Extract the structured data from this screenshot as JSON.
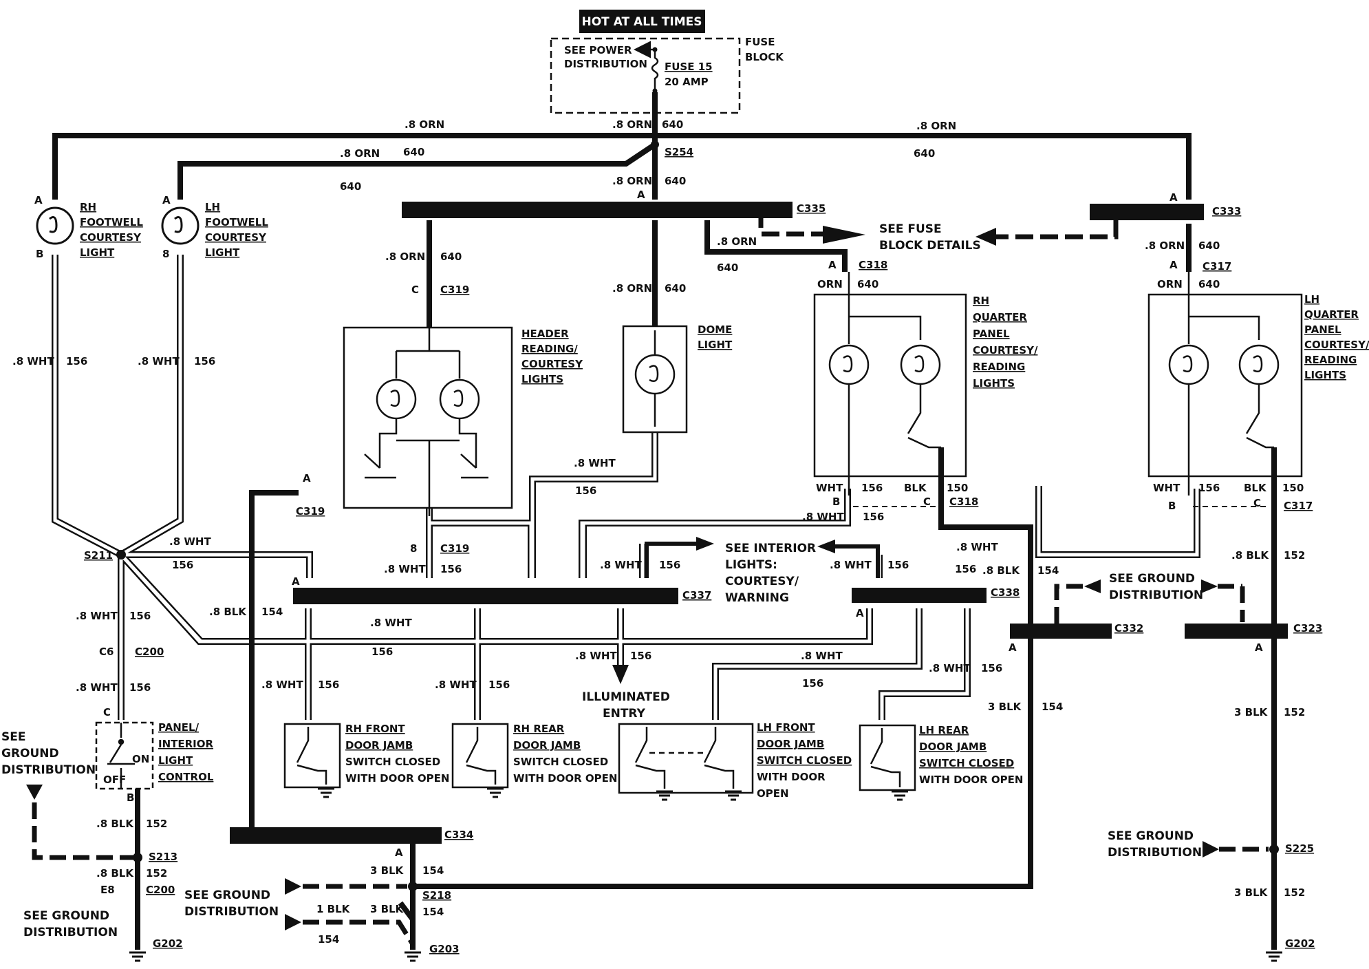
{
  "header": {
    "hot_label": "HOT AT ALL TIMES"
  },
  "fuse_block": {
    "see_power": [
      "SEE POWER",
      "DISTRIBUTION"
    ],
    "fuse_name": "FUSE 15",
    "fuse_rating": "20 AMP",
    "title": [
      "FUSE",
      "BLOCK"
    ]
  },
  "wire_labels": {
    "orn_08": ".8 ORN",
    "orn": "ORN",
    "c640": "640",
    "wht_08": ".8 WHT",
    "wht": "WHT",
    "c156": "156",
    "blk_08": ".8 BLK",
    "blk": "BLK",
    "c154": "154",
    "c150": "150",
    "c152": "152",
    "blk_3": "3 BLK",
    "blk_1": "1 BLK"
  },
  "pins": {
    "a": "A",
    "b": "B",
    "c": "C",
    "c6": "C6",
    "e8": "E8",
    "pin8": "8"
  },
  "connectors": {
    "s254": "S254",
    "s211": "S211",
    "s213": "S213",
    "s218": "S218",
    "s225": "S225",
    "c335": "C335",
    "c333": "C333",
    "c318": "C318",
    "c317": "C317",
    "c319": "C319",
    "c337": "C337",
    "c338": "C338",
    "c332": "C332",
    "c323": "C323",
    "c334": "C334",
    "c200": "C200",
    "g202": "G202",
    "g203": "G203"
  },
  "components": {
    "rh_footwell": [
      "RH",
      "FOOTWELL",
      "COURTESY",
      "LIGHT"
    ],
    "lh_footwell": [
      "LH",
      "FOOTWELL",
      "COURTESY",
      "LIGHT"
    ],
    "header_lights": [
      "HEADER",
      "READING/",
      "COURTESY",
      "LIGHTS"
    ],
    "dome": [
      "DOME",
      "LIGHT"
    ],
    "rh_quarter": [
      "RH",
      "QUARTER",
      "PANEL",
      "COURTESY/",
      "READING",
      "LIGHTS"
    ],
    "lh_quarter": [
      "LH",
      "QUARTER",
      "PANEL",
      "COURTESY/",
      "READING",
      "LIGHTS"
    ],
    "panel_control": [
      "PANEL/",
      "INTERIOR",
      "LIGHT",
      "CONTROL"
    ],
    "switch_on": "ON",
    "switch_off": "OFF",
    "rh_front_jamb": [
      "RH FRONT",
      "DOOR JAMB",
      "SWITCH CLOSED",
      "WITH DOOR OPEN"
    ],
    "rh_rear_jamb": [
      "RH REAR",
      "DOOR JAMB",
      "SWITCH CLOSED",
      "WITH DOOR OPEN"
    ],
    "lh_front_jamb": [
      "LH FRONT",
      "DOOR JAMB",
      "SWITCH CLOSED",
      "WITH DOOR",
      "OPEN"
    ],
    "lh_rear_jamb": [
      "LH REAR",
      "DOOR JAMB",
      "SWITCH CLOSED",
      "WITH DOOR OPEN"
    ]
  },
  "references": {
    "fuse_details": [
      "SEE FUSE",
      "BLOCK DETAILS"
    ],
    "interior_lights": [
      "SEE INTERIOR",
      "LIGHTS:",
      "COURTESY/",
      "WARNING"
    ],
    "illuminated_entry": [
      "ILLUMINATED",
      "ENTRY"
    ],
    "ground_dist": [
      "SEE GROUND",
      "DISTRIBUTION"
    ],
    "ground_dist_left": [
      "SEE",
      "GROUND",
      "DISTRIBUTION"
    ]
  }
}
